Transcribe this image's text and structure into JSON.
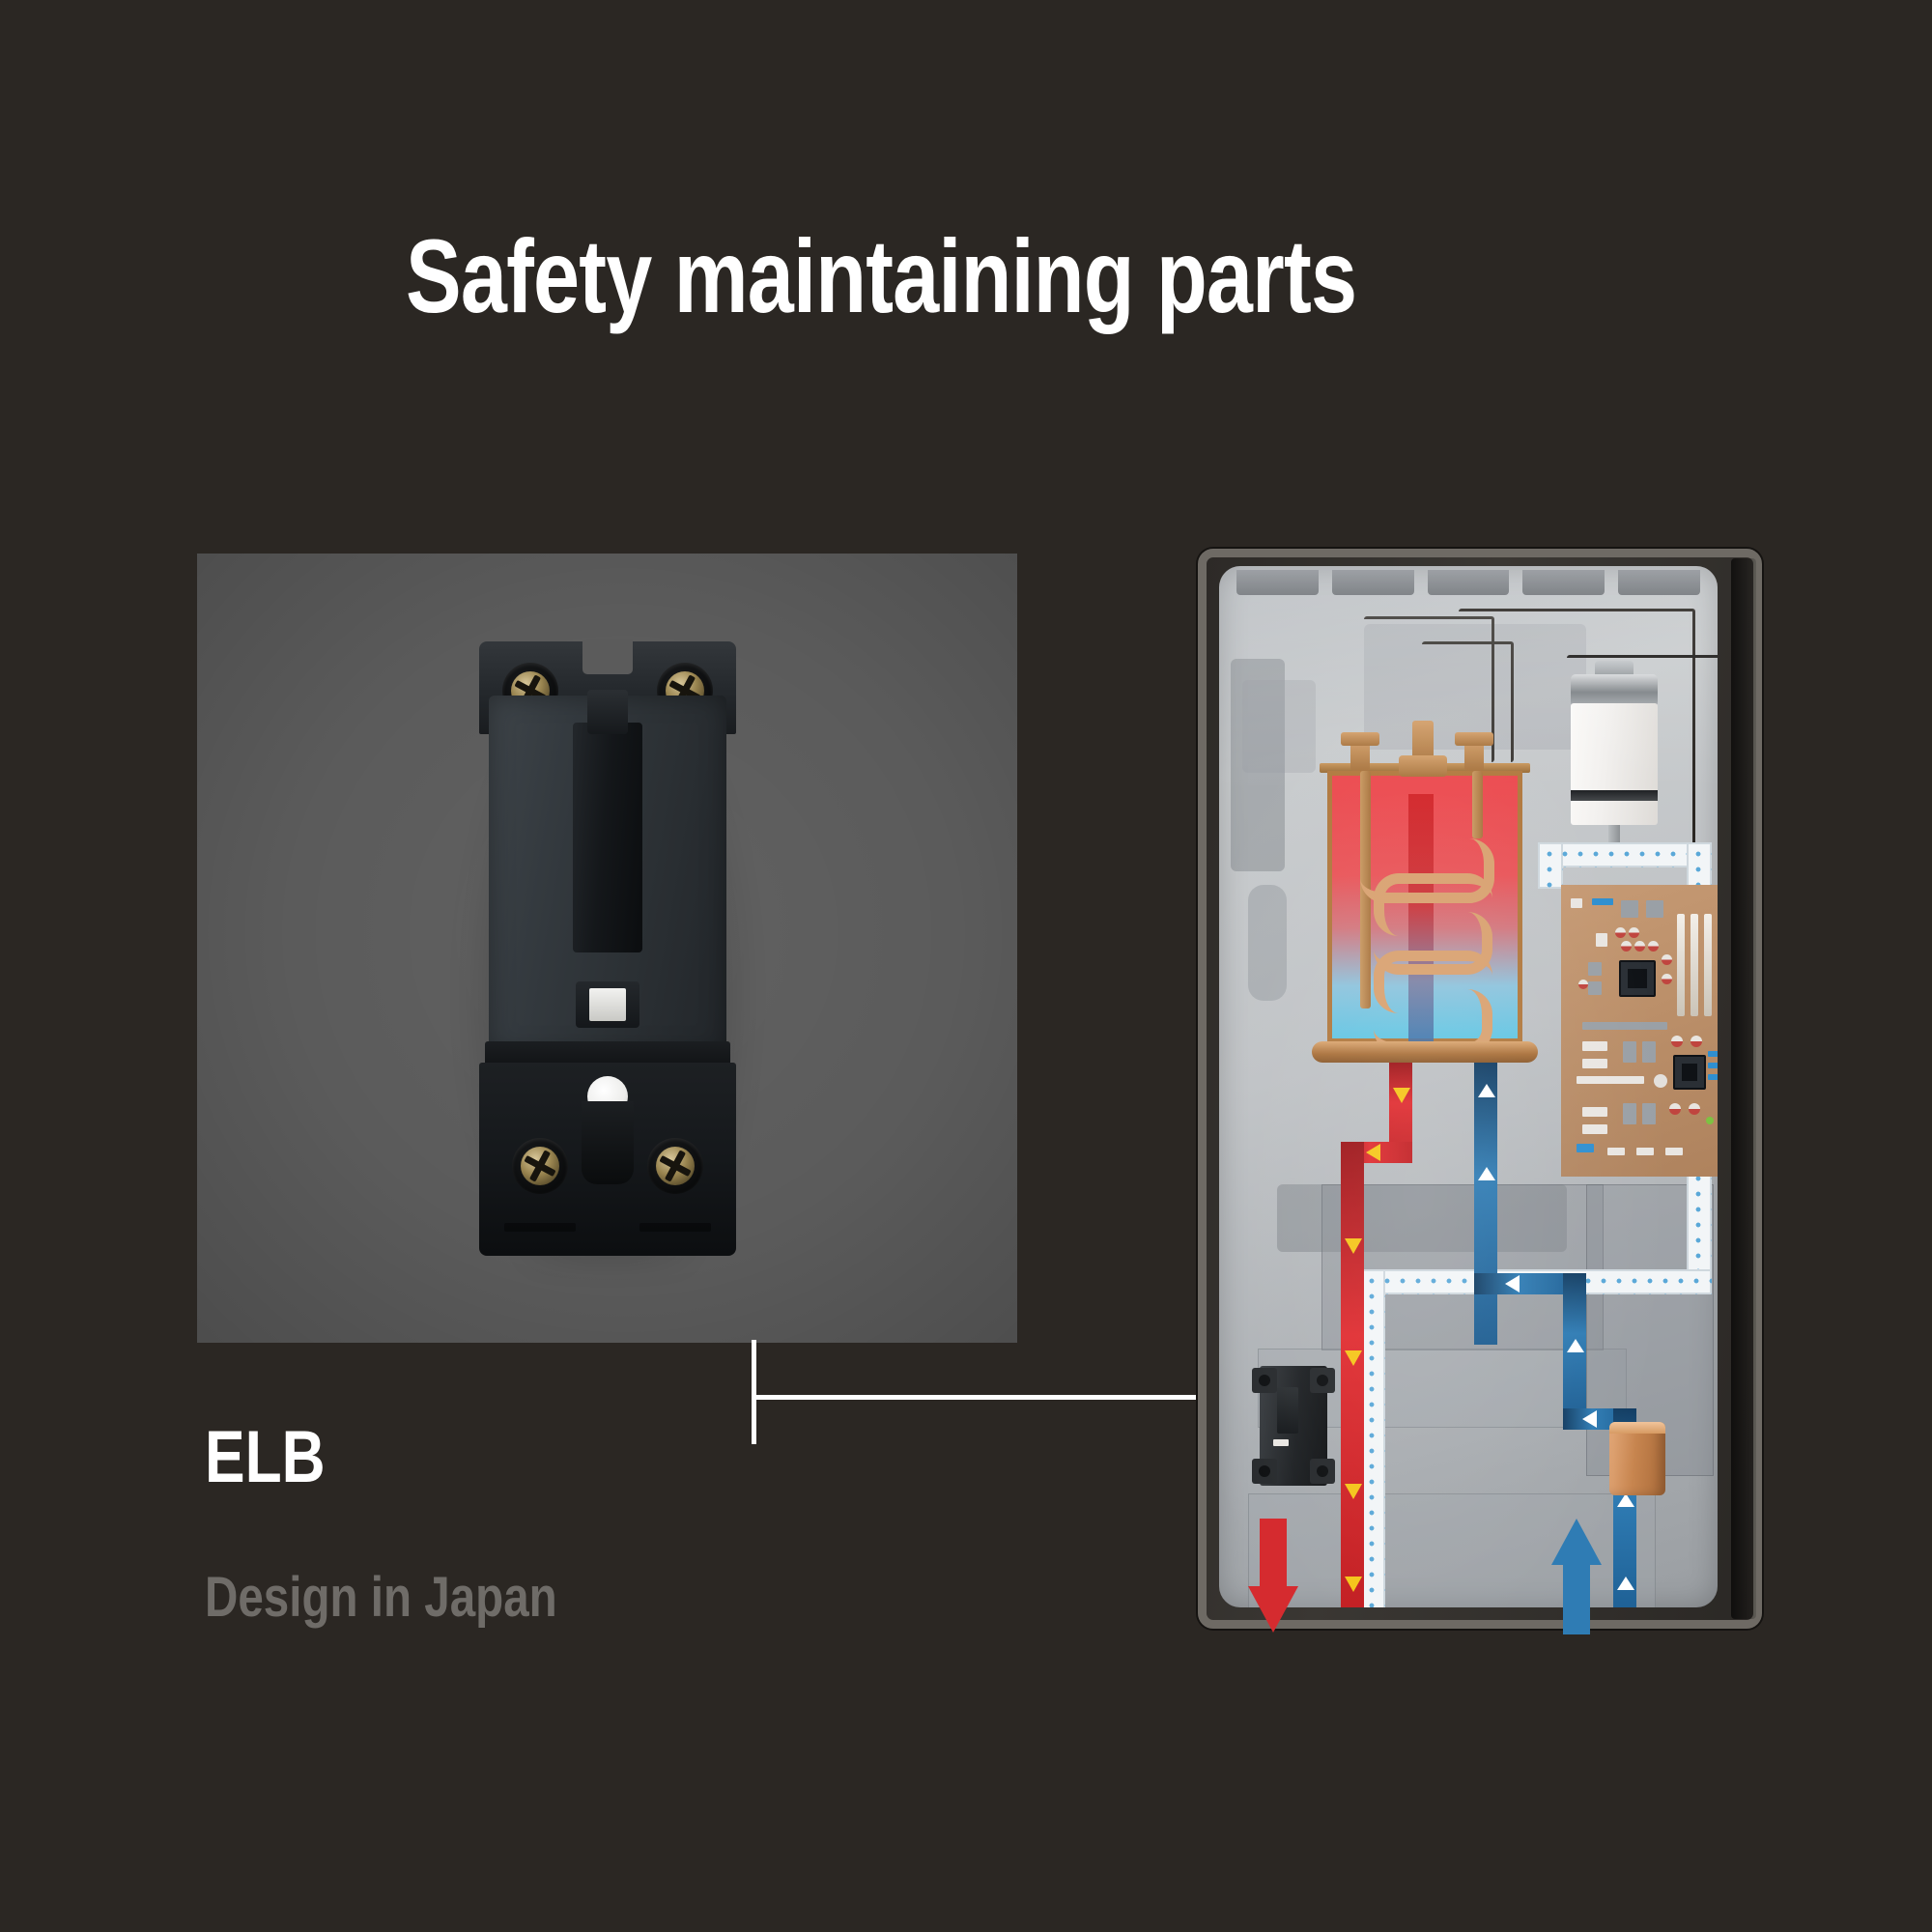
{
  "page": {
    "background_color": "#2b2723",
    "title": "Safety maintaining parts"
  },
  "header": {
    "title": "Safety maintaining parts"
  },
  "photo_panel": {
    "name": "elb-product-photo",
    "background_color": "#5b5b5b",
    "subject": "earth-leakage-breaker"
  },
  "callout": {
    "label": "ELB",
    "sublabel": "Design in Japan",
    "marker": "white-dot",
    "line_color": "#ffffff"
  },
  "labels": {
    "part_name": "ELB",
    "origin": "Design in Japan"
  },
  "diagram": {
    "name": "tankless-water-heater-cutaway",
    "components": [
      "heat-exchanger-tank",
      "copper-coil",
      "blower-motor",
      "control-pcb",
      "elb-breaker",
      "copper-valve",
      "insulation-duct"
    ],
    "flows": [
      {
        "name": "hot-water-outlet",
        "color": "#d52b2f",
        "direction": "down"
      },
      {
        "name": "cold-water-inlet",
        "color": "#2f7cb4",
        "direction": "up"
      }
    ],
    "colors": {
      "hot": "#d52b2f",
      "cold": "#2f7cb4",
      "copper": "#c7854f",
      "pcb": "#bb8f69",
      "casing": "#b9bdc1",
      "arrow_accent": "#f5c518"
    }
  }
}
